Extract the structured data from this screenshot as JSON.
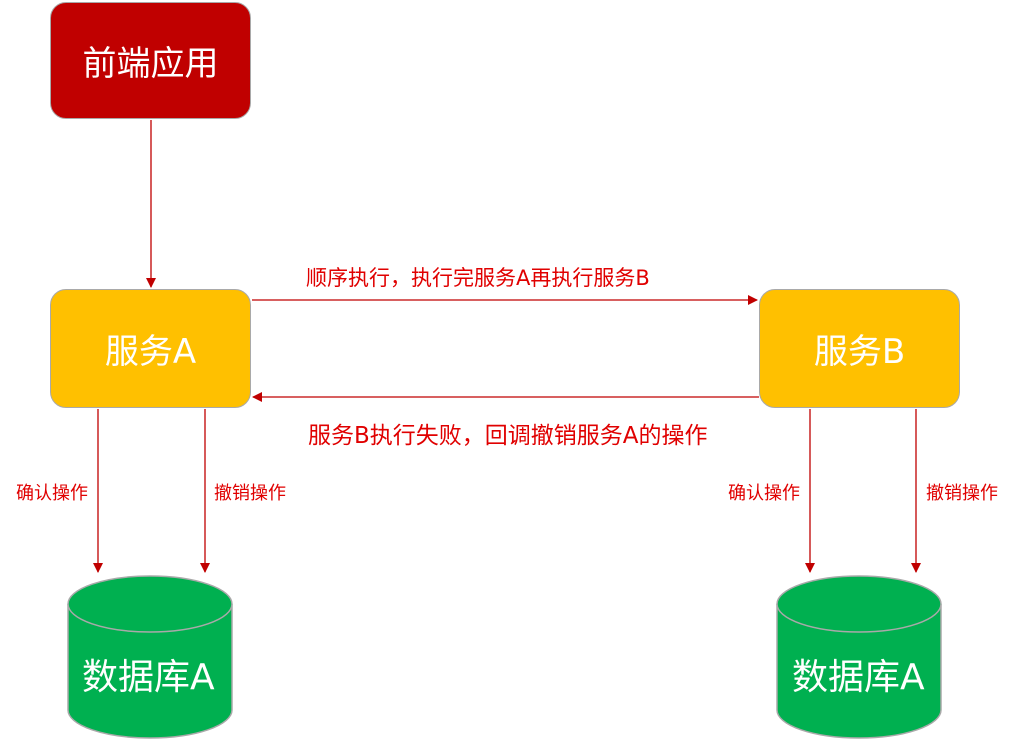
{
  "nodes": {
    "frontend": "前端应用",
    "service_a": "服务A",
    "service_b": "服务B",
    "db_a": "数据库A",
    "db_b": "数据库A"
  },
  "labels": {
    "a_to_b": "顺序执行，执行完服务A再执行服务B",
    "b_to_a": "服务B执行失败，回调撤销服务A的操作",
    "a_confirm": "确认操作",
    "a_cancel": "撤销操作",
    "b_confirm": "确认操作",
    "b_cancel": "撤销操作"
  },
  "colors": {
    "frontend": "#c00000",
    "service": "#ffc000",
    "database": "#00b050",
    "arrow": "#c00000",
    "label": "#e00000"
  }
}
